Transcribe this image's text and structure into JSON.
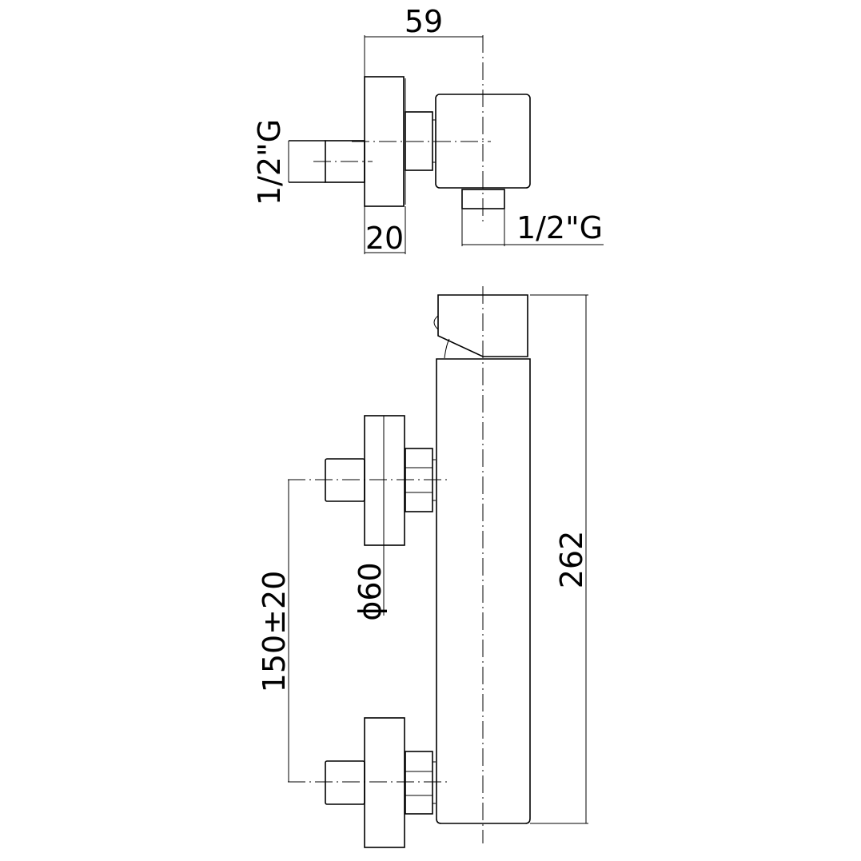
{
  "title": "Thermostatic shower valve dimension drawing",
  "top_view": {
    "dim_width": "59",
    "dim_inlet_thread": "1/2\"G",
    "dim_flange_depth": "20",
    "dim_outlet_thread": "1/2\"G"
  },
  "front_view": {
    "dim_height": "262",
    "dim_flange_diameter": "ϕ60",
    "dim_inlet_spacing": "150±20"
  },
  "colors": {
    "line": "#000000",
    "background": "#ffffff"
  }
}
